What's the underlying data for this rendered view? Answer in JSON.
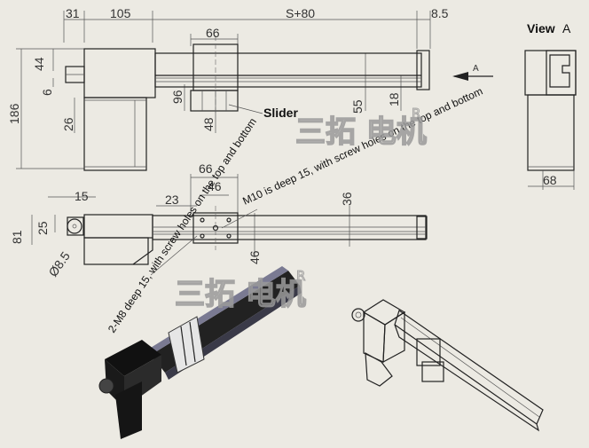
{
  "dimensions": {
    "top": [
      "31",
      "105",
      "S+80",
      "8.5",
      "66"
    ],
    "left": [
      "186",
      "44",
      "6",
      "26",
      "96",
      "48",
      "55",
      "18"
    ],
    "view_a": [
      "68"
    ],
    "plan": [
      "66",
      "46",
      "15",
      "23",
      "81",
      "25",
      "36",
      "46",
      "Ø8.5"
    ]
  },
  "labels": {
    "view_title": "View",
    "view_letter": "A",
    "arrow_label": "A",
    "slider": "Slider",
    "note_m10": "M10 is deep 15, with screw holes on the top and bottom",
    "note_m8": "2-M8 deep 15, with screw holes on the top and bottom"
  },
  "watermark": {
    "text": "三拓 电机",
    "mark": "R"
  }
}
